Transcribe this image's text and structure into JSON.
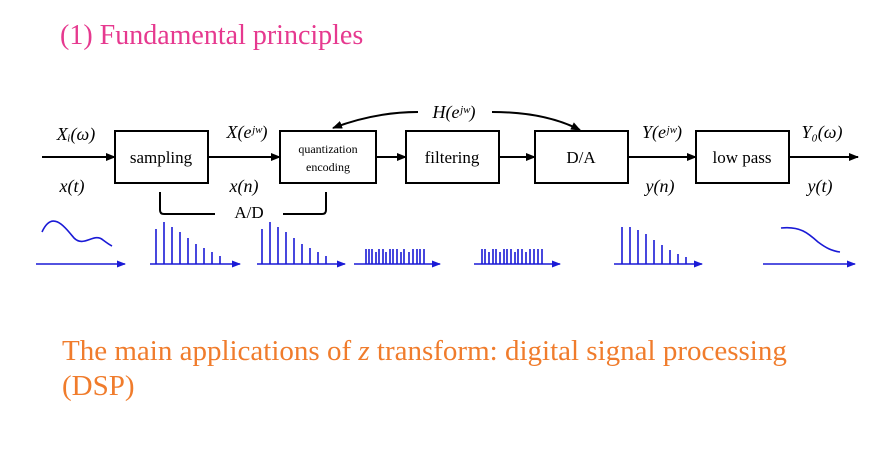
{
  "heading": "(1) Fundamental principles",
  "footer": {
    "before": "The main applications of ",
    "variable": "z",
    "after": " transform: digital signal processing (DSP)"
  },
  "blocks": {
    "sampling": "sampling",
    "quantization_line1": "quantization",
    "quantization_line2": "encoding",
    "filtering": "filtering",
    "da": "D/A",
    "lowpass": "low pass"
  },
  "brace_label": "A/D",
  "signals": {
    "xi_omega": "Xᵢ(ω)",
    "x_t": "x(t)",
    "X_ejw": "X(eʲʷ)",
    "x_n": "x(n)",
    "H_ejw": "H(eʲʷ)",
    "Y_ejw": "Y(eʲʷ)",
    "y_n": "y(n)",
    "Y0_omega": "Y₀(ω)",
    "y_t": "y(t)"
  },
  "colors": {
    "heading": "#e6398f",
    "footer": "#f07c2c",
    "waveform": "#1a1ad6",
    "diagram": "#000000"
  }
}
